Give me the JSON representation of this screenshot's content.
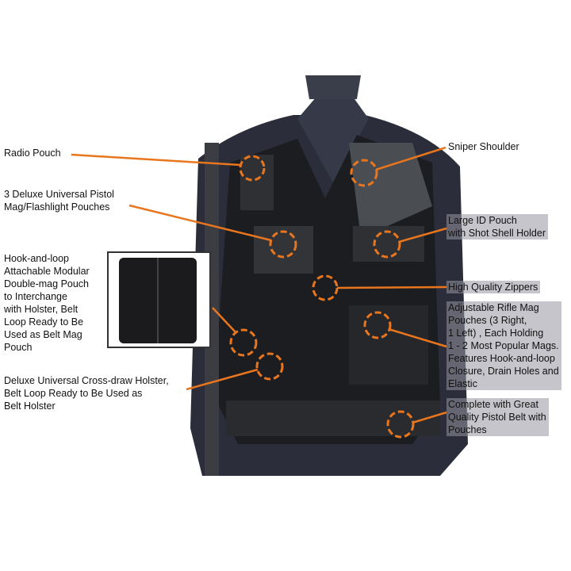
{
  "colors": {
    "accent": "#e8761e",
    "vest": "#1c1d21",
    "shirt": "#2b2e3a"
  },
  "callouts": {
    "radio_pouch": "Radio Pouch",
    "pistol_mag": "3 Deluxe Universal Pistol\nMag/Flashlight Pouches",
    "double_mag": "Hook-and-loop\nAttachable Modular\nDouble-mag Pouch\nto Interchange\nwith Holster, Belt\nLoop Ready to Be\nUsed as Belt Mag\nPouch",
    "holster": "Deluxe Universal Cross-draw Holster,\nBelt Loop Ready to Be Used as\nBelt Holster",
    "sniper_shoulder": "Sniper Shoulder",
    "id_pouch": "Large ID Pouch\nwith Shot Shell Holder",
    "zippers": "High Quality Zippers",
    "rifle_mag": "Adjustable Rifle Mag\nPouches (3 Right,\n1 Left) , Each Holding\n1 - 2 Most Popular Mags.\nFeatures Hook-and-loop\nClosure, Drain Holes and\nElastic",
    "pistol_belt": "Complete with Great\nQuality Pistol Belt with\nPouches"
  }
}
